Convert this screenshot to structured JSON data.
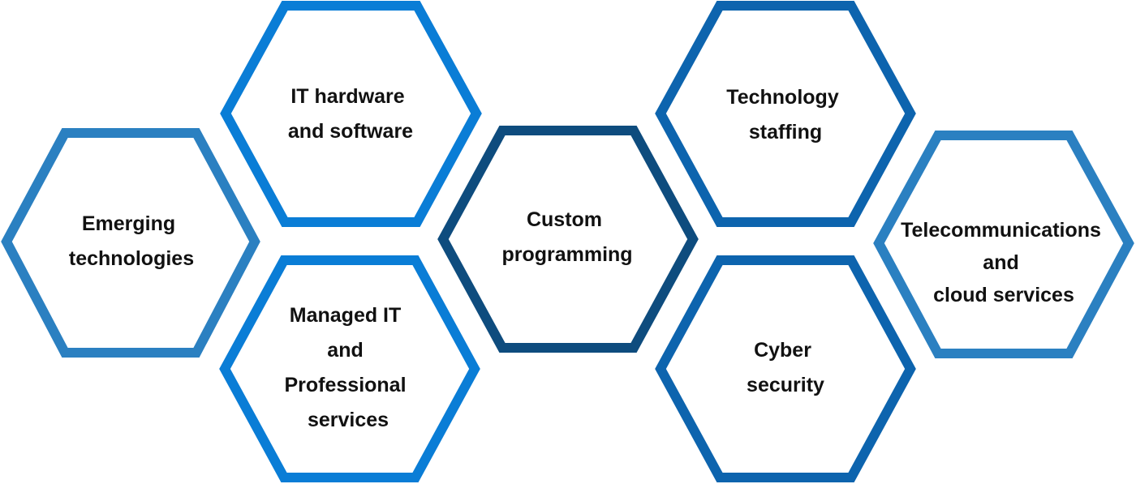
{
  "colors": {
    "steel_blue": "#2B80C1",
    "bright_blue": "#0A7DD6",
    "navy_blue": "#0E4C7E",
    "mid_blue": "#0D64AE",
    "text": "#111111"
  },
  "hexagons": [
    {
      "id": "emerging",
      "lines": [
        "Emerging",
        "technologies"
      ],
      "color": "#2B80C1"
    },
    {
      "id": "it-hardware",
      "lines": [
        "IT hardware",
        "and software"
      ],
      "color": "#0A7DD6"
    },
    {
      "id": "managed-it",
      "lines": [
        "Managed IT",
        "and",
        "Professional",
        "services"
      ],
      "color": "#0A7DD6"
    },
    {
      "id": "custom-programming",
      "lines": [
        "Custom",
        "programming"
      ],
      "color": "#0E4C7E"
    },
    {
      "id": "technology-staffing",
      "lines": [
        "Technology",
        "staffing"
      ],
      "color": "#0D64AE"
    },
    {
      "id": "cyber-security",
      "lines": [
        "Cyber",
        "security"
      ],
      "color": "#0D64AE"
    },
    {
      "id": "telecom",
      "lines": [
        "Telecommunications",
        "and",
        "cloud services"
      ],
      "color": "#2B80C1"
    }
  ]
}
